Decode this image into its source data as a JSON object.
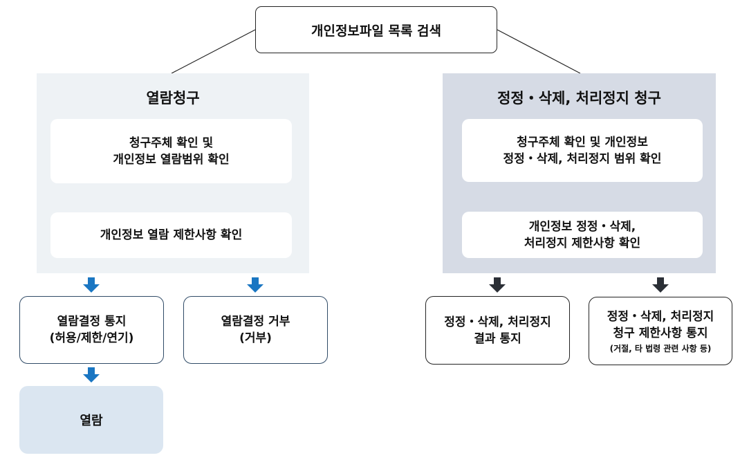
{
  "title": "개인정보파일 목록 검색",
  "left_panel": {
    "title": "열람청구",
    "step1": [
      "청구주체 확인 및",
      "개인정보 열람범위 확인"
    ],
    "step2": "개인정보 열람 제한사항 확인"
  },
  "right_panel": {
    "title": "정정・삭제, 처리정지 청구",
    "step1": [
      "청구주체 확인 및 개인정보",
      "정정・삭제, 처리정지 범위 확인"
    ],
    "step2": [
      "개인정보 정정・삭제,",
      "처리정지 제한사항 확인"
    ]
  },
  "outcomes": {
    "grant": [
      "열람결정 통지",
      "(허용/제한/연기)"
    ],
    "deny": [
      "열람결정 거부",
      "(거부)"
    ],
    "correction_result": [
      "정정・삭제, 처리정지",
      "결과 통지"
    ],
    "correction_limit": [
      "정정・삭제, 처리정지",
      "청구 제한사항 통지"
    ],
    "correction_limit_note": "(거절, 타 법령 관련 사항 등)",
    "final": "열람"
  },
  "colors": {
    "blue_arrow": "#1a76c2",
    "dark_arrow": "#2b2f36",
    "left_panel_bg": "#eef2f5",
    "right_panel_bg": "#d6dbe5",
    "final_box_bg": "#dbe6f1"
  }
}
